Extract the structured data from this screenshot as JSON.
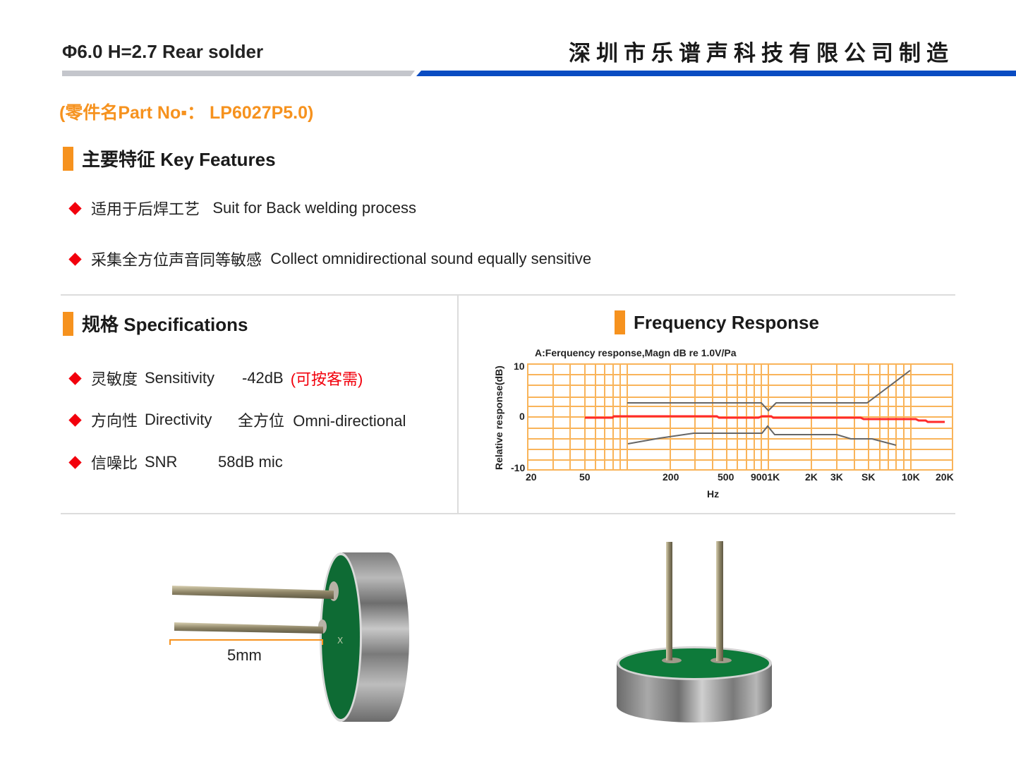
{
  "header": {
    "title": "Φ6.0  H=2.7  Rear solder",
    "company": "深圳市乐谱声科技有限公司制造",
    "bar_colors": {
      "gray": "#c4c6cc",
      "blue": "#0a4cc2"
    }
  },
  "part_number": {
    "label": "(零件名Part No▪：  LP6027P5.0)"
  },
  "key_features": {
    "heading": "主要特征  Key Features",
    "items": [
      {
        "cn": "适用于后焊工艺",
        "en": "Suit for Back welding process"
      },
      {
        "cn": "采集全方位声音同等敏感",
        "en": "Collect omnidirectional sound equally sensitive"
      }
    ]
  },
  "specifications": {
    "heading": "规格  Specifications",
    "items": [
      {
        "cn": "灵敏度",
        "en": "Sensitivity",
        "value": "-42dB",
        "note": "(可按客需)"
      },
      {
        "cn": "方向性",
        "en": "Directivity",
        "value": "全方位  Omni-directional",
        "note": ""
      },
      {
        "cn": "信噪比",
        "en": "SNR",
        "value": "58dB mic",
        "note": ""
      }
    ]
  },
  "frequency_response": {
    "heading": "Frequency Response"
  },
  "chart_data": {
    "type": "line",
    "title": "A:Ferquency response,Magn dB re 1.0V/Pa",
    "xlabel": "Hz",
    "ylabel": "Relative  response(dB)",
    "x_scale": "log",
    "xlim": [
      20,
      20000
    ],
    "ylim": [
      -10,
      10
    ],
    "x_tick_labels": [
      "20",
      "50",
      "200",
      "500",
      "9001K",
      "2K",
      "3K",
      "SK",
      "10K",
      "20K"
    ],
    "y_tick_labels": [
      "10",
      "0",
      "-10"
    ],
    "grid": true,
    "grid_color": "#f9b45a",
    "series": [
      {
        "name": "response",
        "color": "#ff2a2a",
        "points": [
          [
            50,
            -0.3
          ],
          [
            90,
            -0.3
          ],
          [
            95,
            0
          ],
          [
            480,
            0
          ],
          [
            520,
            -0.3
          ],
          [
            900,
            -0.3
          ],
          [
            950,
            0
          ],
          [
            1050,
            0
          ],
          [
            1100,
            -0.3
          ],
          [
            5000,
            -0.3
          ],
          [
            5200,
            -0.7
          ],
          [
            10000,
            -0.7
          ],
          [
            12000,
            -0.9
          ],
          [
            14000,
            -1.2
          ],
          [
            20000,
            -1.3
          ]
        ]
      },
      {
        "name": "upper tolerance",
        "color": "#666666",
        "points": [
          [
            100,
            3
          ],
          [
            900,
            3
          ],
          [
            1100,
            -3.5
          ],
          [
            5000,
            3
          ],
          [
            10000,
            9
          ]
        ]
      },
      {
        "name": "lower tolerance",
        "color": "#666666",
        "points": [
          [
            100,
            -5.2
          ],
          [
            300,
            -3.5
          ],
          [
            900,
            -3.5
          ],
          [
            1100,
            3
          ],
          [
            3000,
            -3.5
          ],
          [
            4000,
            -4.3
          ],
          [
            5000,
            -4.3
          ],
          [
            8000,
            -5.5
          ]
        ]
      }
    ]
  },
  "images": {
    "side_view": {
      "dimension_label": "5mm",
      "pcb_marking": "X"
    },
    "top_view": {}
  }
}
